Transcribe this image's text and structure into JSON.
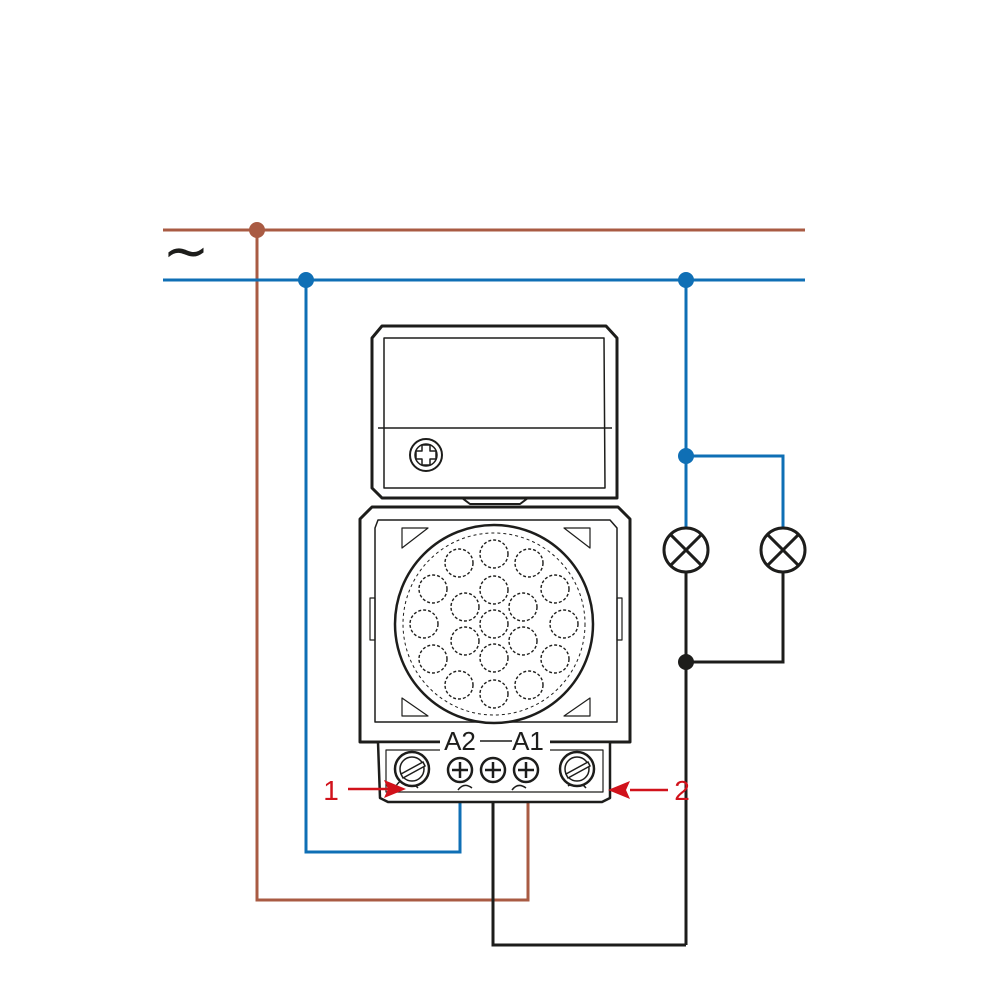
{
  "diagram": {
    "supply_symbol": "∼",
    "terminals": {
      "left": "A2",
      "right": "A1"
    },
    "callouts": {
      "left": "1",
      "right": "2"
    }
  },
  "colors": {
    "phase": "#a95b43",
    "neutral": "#0f6fb5",
    "switched": "#1d1d1b",
    "callout": "#d1121b",
    "device_outline": "#1d1d1b"
  },
  "icons": {
    "lamp": "lamp-cross-circle-icon",
    "screw": "screw-head-icon",
    "lens": "pir-fresnel-lens-icon"
  }
}
